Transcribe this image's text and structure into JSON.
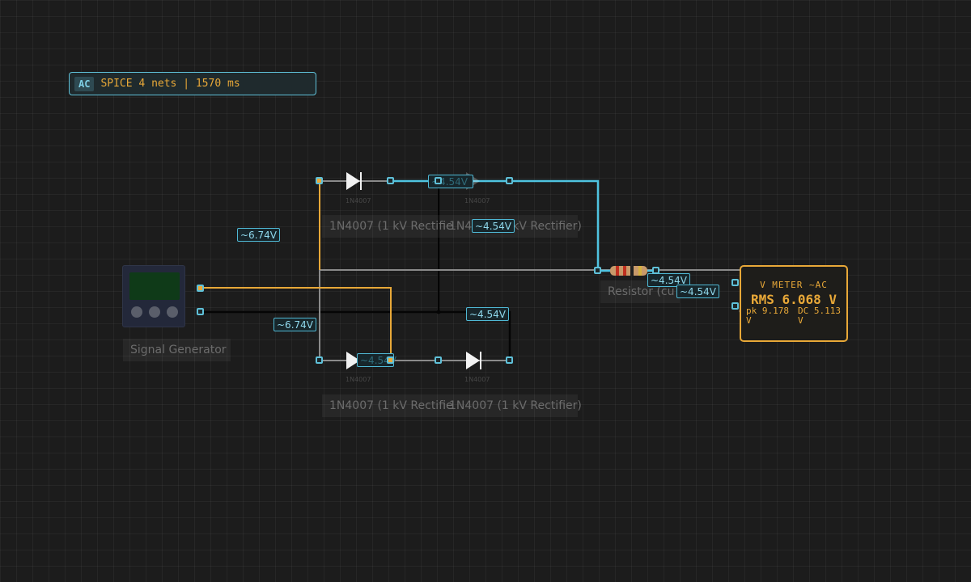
{
  "status": {
    "mode": "AC",
    "text": "SPICE 4 nets | 1570 ms"
  },
  "components": {
    "signal_generator": {
      "label": "Signal Generator"
    },
    "diode_top_left": {
      "part": "1N4007",
      "label": "1N4007 (1 kV Rectifie"
    },
    "diode_top_right": {
      "part": "1N4007",
      "label": "1N4007 (1 kV Rectifier)"
    },
    "diode_bottom_left": {
      "part": "1N4007",
      "label": "1N4007 (1 kV Rectifie"
    },
    "diode_bottom_right": {
      "part": "1N4007",
      "label": "1N4007 (1 kV Rectifier)"
    },
    "resistor": {
      "label": "Resistor (cu"
    },
    "voltmeter": {
      "title": "V METER ~AC",
      "rms": "RMS 6.068 V",
      "peak": "pk 9.178 V",
      "dc": "DC 5.113 V"
    }
  },
  "voltage_labels": {
    "net_a": "~6.74V",
    "net_a_lower": "~6.74V",
    "net_b_top": "~4.54V",
    "net_b_top_hidden": "~4.54V",
    "net_b_bottom": "~4.54V",
    "net_b_resistor": "~4.54V",
    "net_b_meter": "~4.54V",
    "net_c_diode": "~4.54V"
  },
  "colors": {
    "wire_orange": "#e8a838",
    "wire_cyan": "#4fc3e0",
    "wire_gray": "#8a8a8a",
    "wire_black": "#050505",
    "pin_border": "#5fc0d8",
    "meter_accent": "#e8a838"
  }
}
